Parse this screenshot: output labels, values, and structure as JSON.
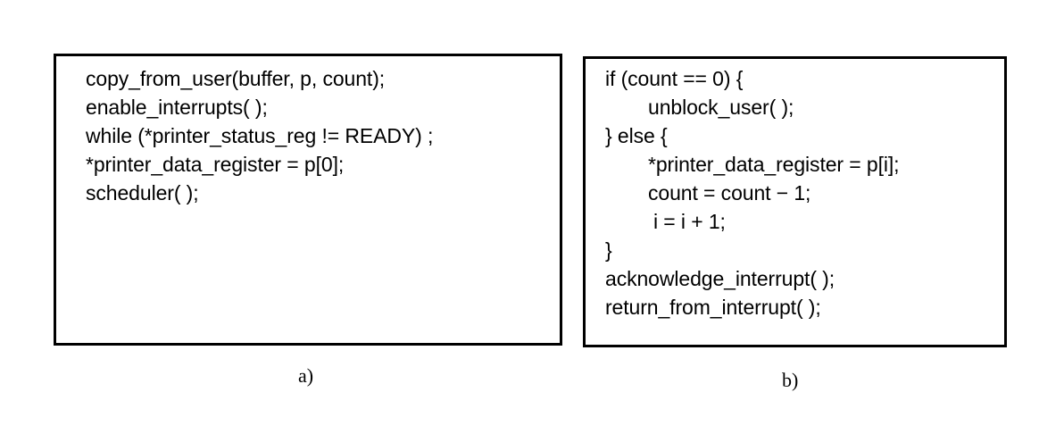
{
  "panel_a": {
    "lines": [
      "copy_from_user(buffer, p, count);",
      "enable_interrupts( );",
      "while (*printer_status_reg != READY) ;",
      "*printer_data_register = p[0];",
      "scheduler( );"
    ],
    "caption": "a)"
  },
  "panel_b": {
    "lines": [
      "if (count == 0) {",
      "unblock_user( );",
      "} else {",
      "*printer_data_register = p[i];",
      "count = count − 1;",
      "i = i + 1;",
      "}",
      "acknowledge_interrupt( );",
      "return_from_interrupt( );"
    ],
    "caption": "b)"
  }
}
